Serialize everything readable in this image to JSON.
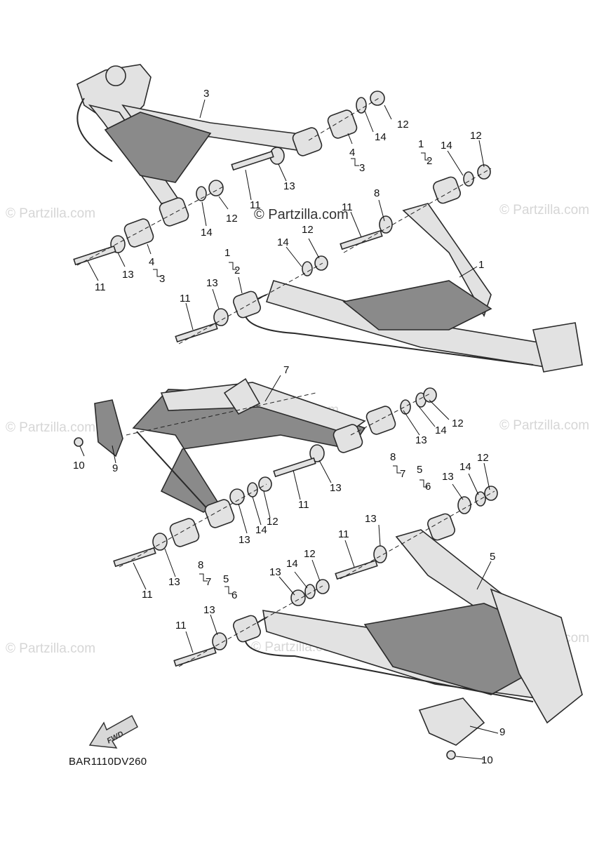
{
  "watermark": "© Partzilla.com",
  "diagram_code": "BAR1110DV260",
  "fwd_label": "FWD",
  "callouts": {
    "n1": "1",
    "n2": "2",
    "n3": "3",
    "n4": "4",
    "n5": "5",
    "n6": "6",
    "n7": "7",
    "n8": "8",
    "n9": "9",
    "n10": "10",
    "n11": "11",
    "n12": "12",
    "n13": "13",
    "n14": "14"
  }
}
